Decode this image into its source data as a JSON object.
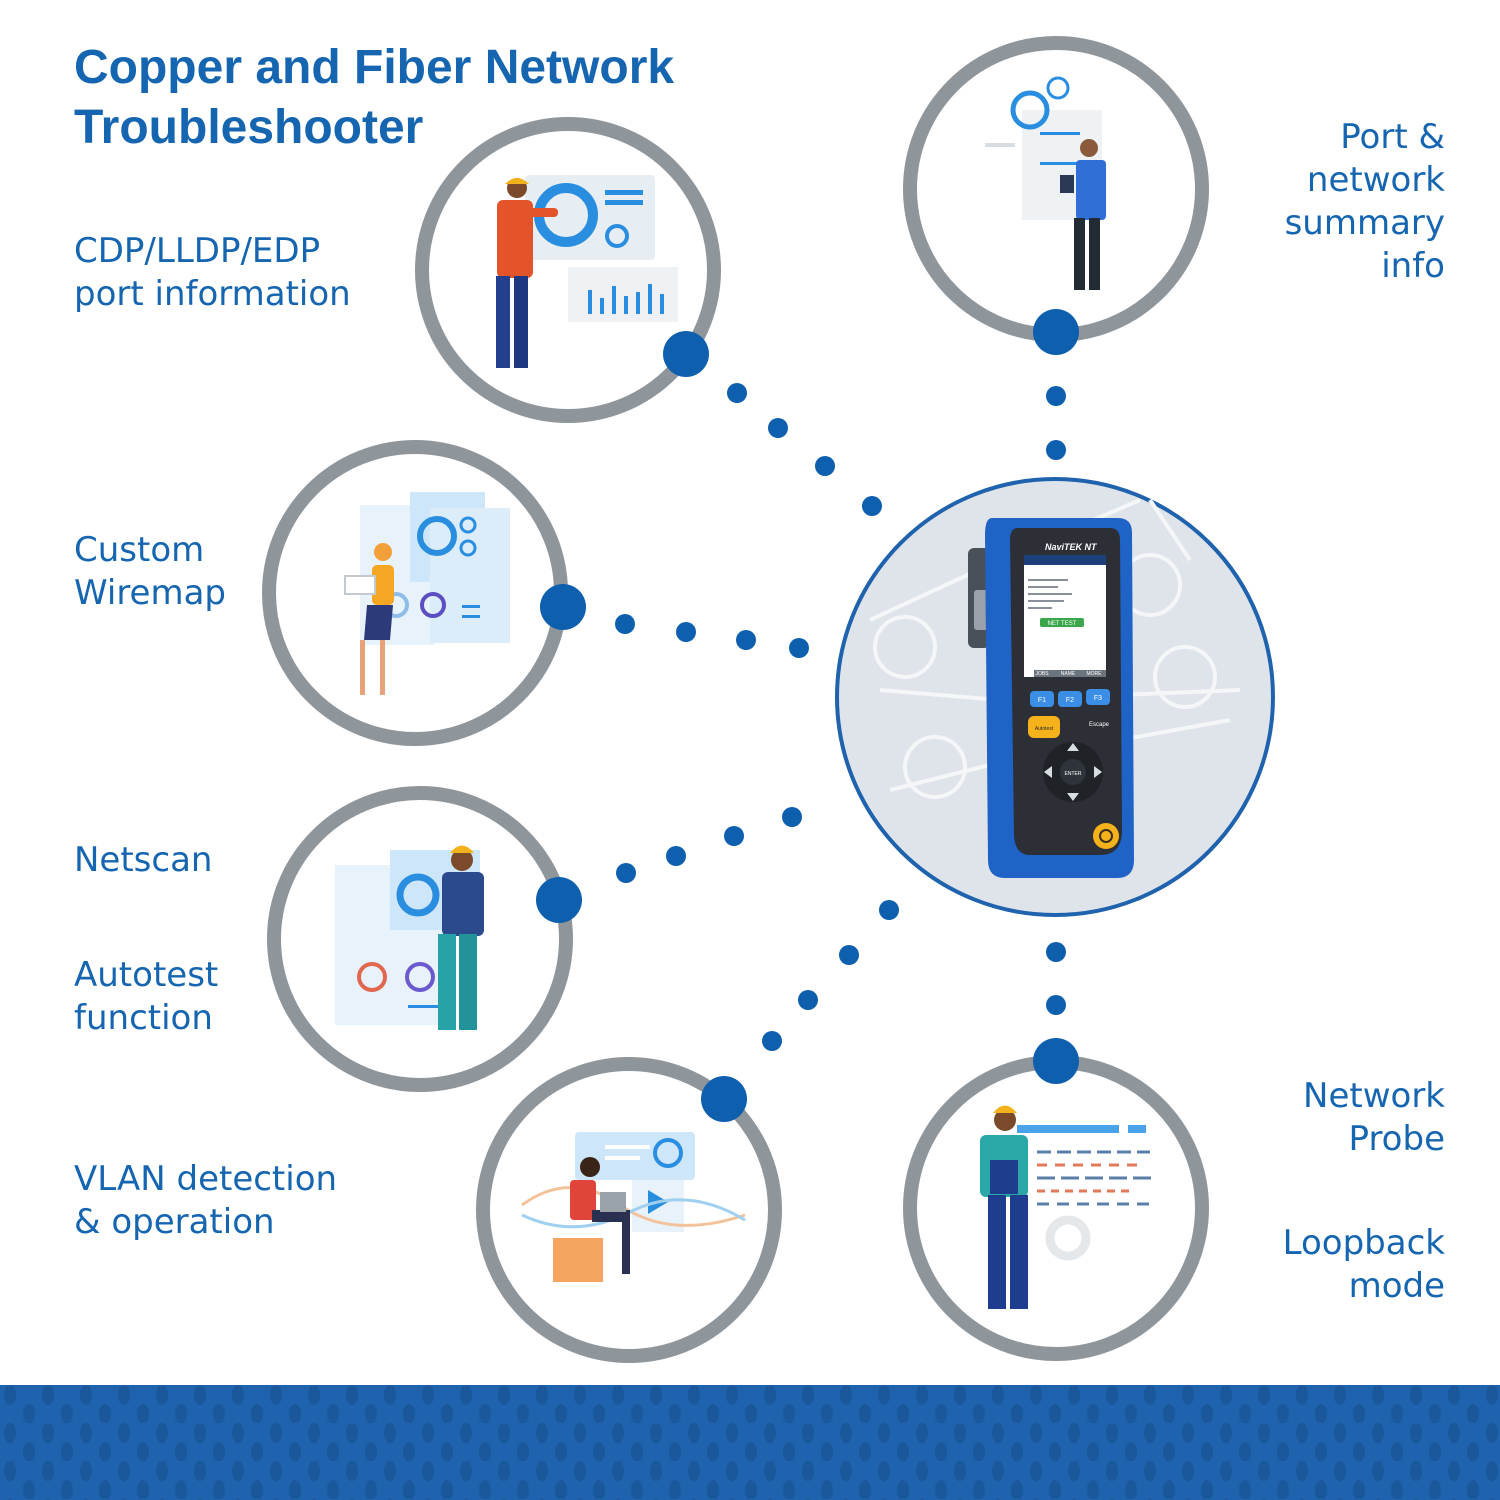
{
  "title": [
    "Copper and Fiber Network",
    "Troubleshooter"
  ],
  "features": {
    "cdp": [
      "CDP/LLDP/EDP",
      "port information"
    ],
    "port_summary": [
      "Port &",
      "network",
      "summary",
      "info"
    ],
    "wiremap": [
      "Custom",
      "Wiremap"
    ],
    "netscan": [
      "Netscan"
    ],
    "autotest": [
      "Autotest",
      "function"
    ],
    "vlan": [
      "VLAN detection",
      "& operation"
    ],
    "probe": [
      "Network",
      "Probe"
    ],
    "loopback": [
      "Loopback",
      "mode"
    ]
  },
  "device": {
    "brand": "NaviTEK NT",
    "screen_button": "NET TEST",
    "softkeys": [
      "JOBS",
      "NAME",
      "MORE"
    ],
    "fkeys": [
      "F1",
      "F2",
      "F3"
    ],
    "autotest_key": "Autotest",
    "escape_key": "Escape",
    "enter_key": "ENTER"
  },
  "colors": {
    "brand_blue": "#1565b0",
    "dot_blue": "#0e5fae",
    "ring_gray": "#8f969b",
    "band_blue": "#1f62ad"
  }
}
